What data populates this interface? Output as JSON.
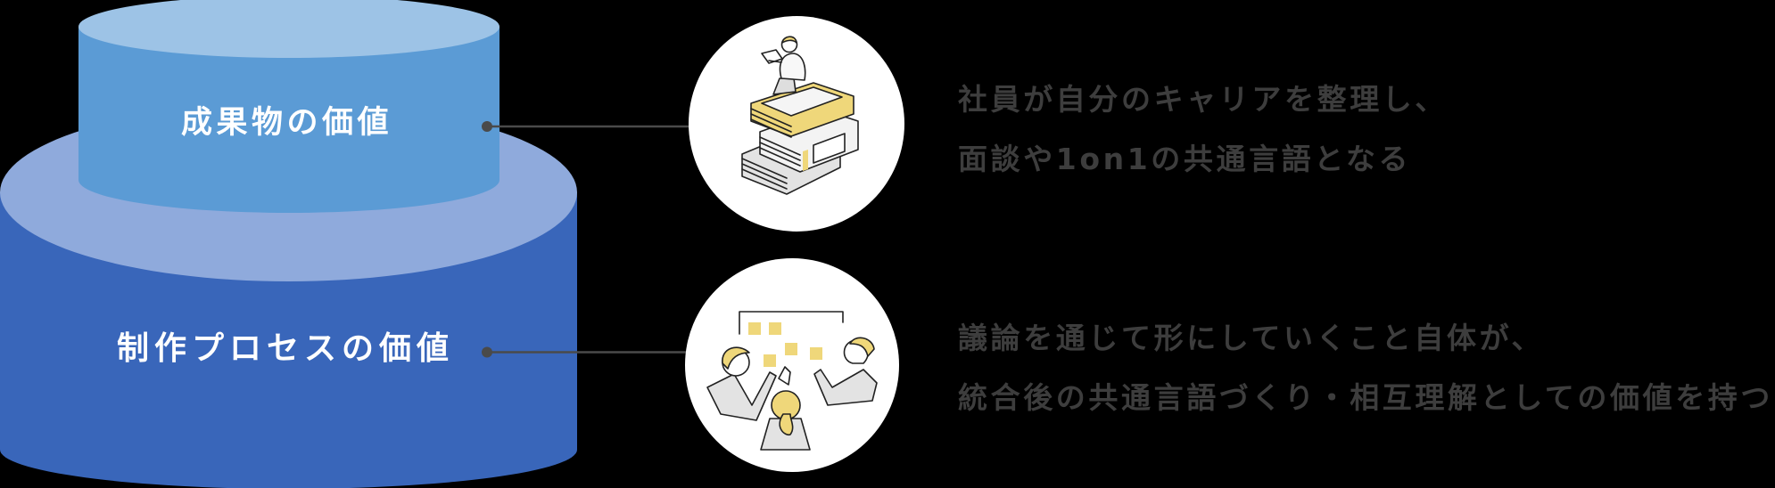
{
  "colors": {
    "background": "#000000",
    "top_cylinder_side": "#5B9BD5",
    "top_cylinder_cap": "#9DC3E6",
    "bottom_cylinder_side": "#3966BA",
    "bottom_cylinder_cap": "#8FAADC",
    "connector": "#4a4a4a",
    "description_text": "#3d3d3d",
    "illustration_accent": "#EFD77A"
  },
  "layers": [
    {
      "id": "deliverable",
      "label": "成果物の価値",
      "icon": "person-reading-on-books-illustration",
      "description_lines": [
        "社員が自分のキャリアを整理し、",
        "面談や1on1の共通言語となる"
      ]
    },
    {
      "id": "process",
      "label": "制作プロセスの価値",
      "icon": "team-sticky-notes-discussion-illustration",
      "description_lines": [
        "議論を通じて形にしていくこと自体が、",
        "統合後の共通言語づくり・相互理解としての価値を持つ"
      ]
    }
  ]
}
